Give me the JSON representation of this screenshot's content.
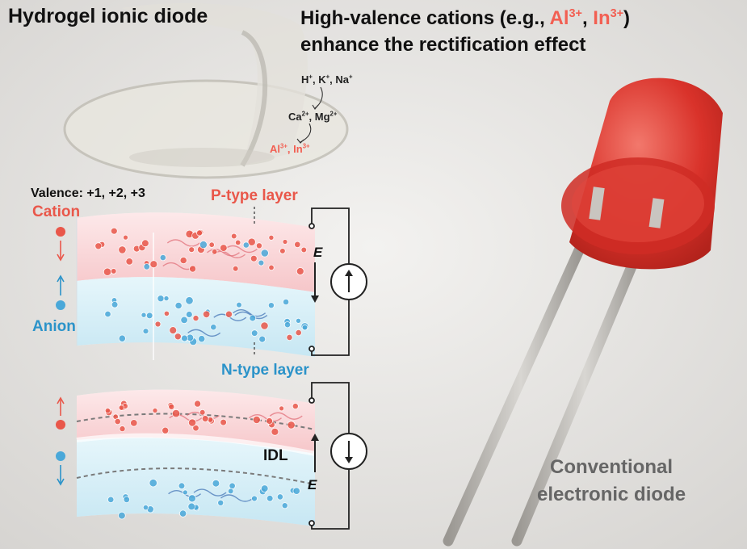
{
  "title": "Hydrogel ionic diode",
  "cation_heading": {
    "line1_prefix": "High-valence cations (e.g., ",
    "ion1_base": "Al",
    "ion1_charge": "3+",
    "separator": ", ",
    "ion2_base": "In",
    "ion2_charge": "3+",
    "line1_suffix": ")",
    "line2": "enhance the rectification effect"
  },
  "valence_sequence": {
    "monovalent": [
      {
        "base": "H",
        "charge": "+"
      },
      {
        "base": "K",
        "charge": "+"
      },
      {
        "base": "Na",
        "charge": "+"
      }
    ],
    "divalent": [
      {
        "base": "Ca",
        "charge": "2+"
      },
      {
        "base": "Mg",
        "charge": "2+"
      }
    ],
    "trivalent": [
      {
        "base": "Al",
        "charge": "3+"
      },
      {
        "base": "In",
        "charge": "3+"
      }
    ]
  },
  "labels": {
    "valence": "Valence: +1, +2, +3",
    "cation": "Cation",
    "anion": "Anion",
    "p_type": "P-type layer",
    "n_type": "N-type layer",
    "idl": "IDL",
    "field": "E",
    "conventional_line1": "Conventional",
    "conventional_line2": "electronic diode"
  },
  "colors": {
    "cation": "#e9574a",
    "anion": "#2b93c9",
    "p_layer": "#f9d4d6",
    "n_layer": "#d5eef7",
    "led_red": "#d9322a"
  },
  "icons": [
    "current-source-up-icon",
    "current-source-down-icon",
    "hydrogel-disc-photo",
    "red-led-photo"
  ]
}
